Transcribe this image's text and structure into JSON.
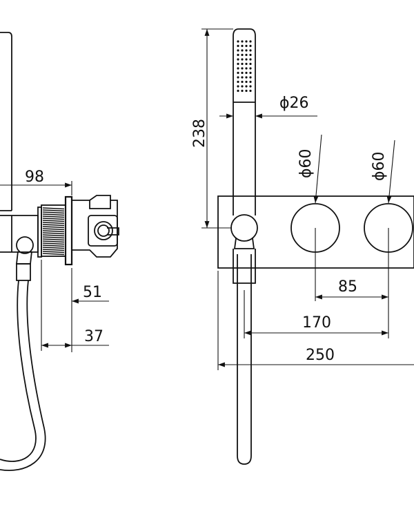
{
  "drawing": {
    "type": "technical-drawing",
    "subject": "wall-mounted shower mixer with hand shower",
    "line_color": "#111111",
    "background_color": "#ffffff"
  },
  "side_view": {
    "dimensions": {
      "depth_total": "98",
      "depth_body": "51",
      "depth_plate": "37"
    }
  },
  "front_view": {
    "dimensions": {
      "height": "238",
      "handshower_diameter": "ϕ26",
      "knob1_diameter": "ϕ60",
      "knob2_diameter": "ϕ60",
      "knob_spacing": "85",
      "outlet_to_knob": "170",
      "plate_width": "250"
    }
  }
}
